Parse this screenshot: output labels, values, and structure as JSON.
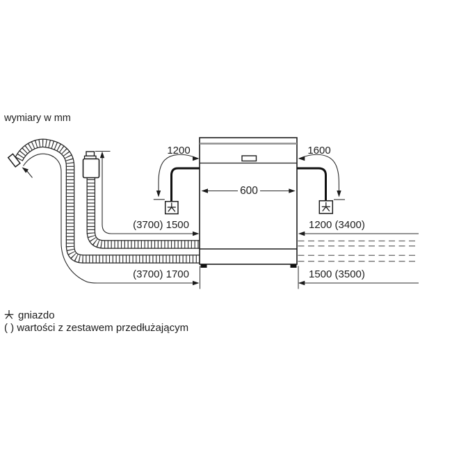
{
  "title": "wymiary w mm",
  "labels": {
    "power_cord_left": "1200",
    "power_cord_right": "1600",
    "appliance_width": "600",
    "supply_hose_left": "(3700) 1500",
    "supply_hose_right": "1200 (3400)",
    "drain_hose_left": "(3700) 1700",
    "drain_hose_right": "1500 (3500)"
  },
  "legend": {
    "socket_label": "gniazdo",
    "extension_note": "( ) wartości z zestawem przedłużającym"
  },
  "icons": {
    "socket-icon": "earthed socket symbol: vertical stem, crossbar, two splayed legs",
    "arrow-icon": "filled triangular dimension arrowhead"
  },
  "colors": {
    "line": "#1c1c1c",
    "band_gray": "#8f8f8f",
    "dashed_gray": "#666666",
    "background": "#ffffff"
  }
}
